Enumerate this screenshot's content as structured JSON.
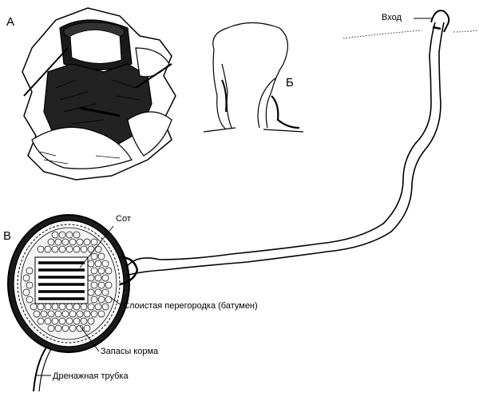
{
  "panels": {
    "a": "А",
    "b": "Б",
    "v": "В"
  },
  "labels": {
    "entrance": "Вход",
    "comb": "Сот",
    "partition": "Слоистая перегородка  (батумен)",
    "food_stores": "Запасы корма",
    "drain_tube": "Дренажная трубка"
  },
  "colors": {
    "ink": "#000000",
    "paper": "#ffffff",
    "shade": "#1a1a1a"
  }
}
